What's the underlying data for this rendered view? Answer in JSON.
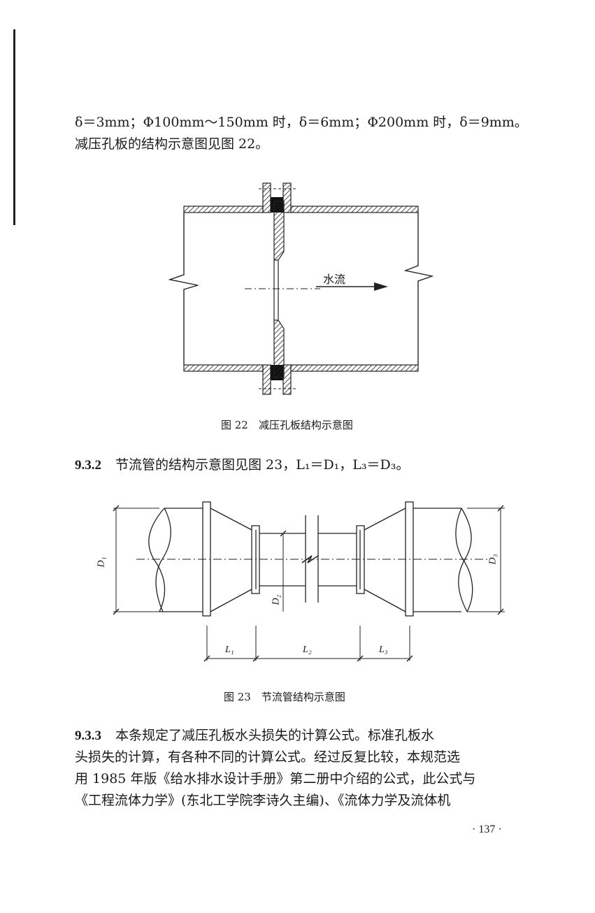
{
  "para1": {
    "line1": "δ＝3mm；Φ100mm～150mm 时，δ＝6mm；Φ200mm 时，δ＝9mm。",
    "line2": "减压孔板的结构示意图见图 22。"
  },
  "figure22": {
    "flow_label": "水流",
    "caption": "图 22　减压孔板结构示意图"
  },
  "section932": {
    "number": "9.3.2",
    "text": "节流管的结构示意图见图 23，L₁＝D₁，L₃＝D₃。"
  },
  "figure23": {
    "labels": {
      "d1": "D₁",
      "d2": "D₂",
      "d3": "D₃",
      "l1": "L₁",
      "l2": "L₂",
      "l3": "L₃"
    },
    "caption": "图 23　节流管结构示意图"
  },
  "section933": {
    "number": "9.3.3",
    "lines": [
      "本条规定了减压孔板水头损失的计算公式。标准孔板水",
      "头损失的计算，有各种不同的计算公式。经过反复比较，本规范选",
      "用 1985 年版《给水排水设计手册》第二册中介绍的公式，此公式与",
      "《工程流体力学》(东北工学院李诗久主编)、《流体力学及流体机"
    ]
  },
  "page_number": "· 137 ·"
}
